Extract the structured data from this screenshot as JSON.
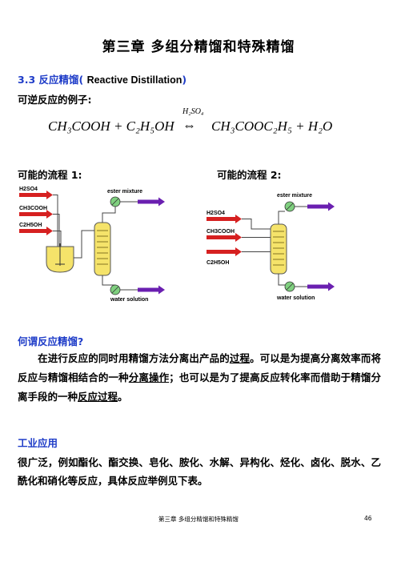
{
  "title": "第三章  多组分精馏和特殊精馏",
  "section": {
    "number_label": "3.3 反应精馏(",
    "english": "Reactive Distillation",
    "close": ")"
  },
  "reversible_label": "可逆反应的例子:",
  "equation": {
    "catalyst": "H₂SO₄",
    "left": "CH₃COOH + C₂H₅OH",
    "arrow": "⇔",
    "right": "CH₃COOC₂H₅ + H₂O"
  },
  "flow1_label": "可能的流程 1:",
  "flow2_label": "可能的流程 2:",
  "diagram1": {
    "feeds": [
      "H2SO4",
      "CH3COOH",
      "C2H5OH"
    ],
    "top_product": "ester mixture",
    "bottom_product": "water solution"
  },
  "diagram2": {
    "feeds": [
      "H2SO4",
      "CH3COOH",
      "C2H5OH"
    ],
    "top_product": "ester mixture",
    "bottom_product": "water solution"
  },
  "question": "何谓反应精馏?",
  "definition": {
    "p1": "在进行反应的同时用精馏方法分离出产品的",
    "u1": "过程",
    "p2": "。可以是为提高分离效率而将反应与精馏相结合的一种",
    "u2": "分离操作",
    "p3": "；也可以是为了提高反应转化率而借助于精馏分离手段的一种",
    "u3": "反应过程",
    "p4": "。"
  },
  "industrial": {
    "heading": "工业应用",
    "text": "很广泛，例如酯化、酯交换、皂化、胺化、水解、异构化、烃化、卤化、脱水、乙酰化和硝化等反应，具体反应举例见下表。"
  },
  "footer": {
    "text": "第三章   多组分精馏和特殊精馏",
    "page": "46"
  },
  "colors": {
    "heading_blue": "#1e3cc8",
    "feed_arrow": "#d62020",
    "product_arrow": "#6a1fb0",
    "column_fill": "#f5e36a",
    "exchanger_fill": "#7fd07f"
  }
}
